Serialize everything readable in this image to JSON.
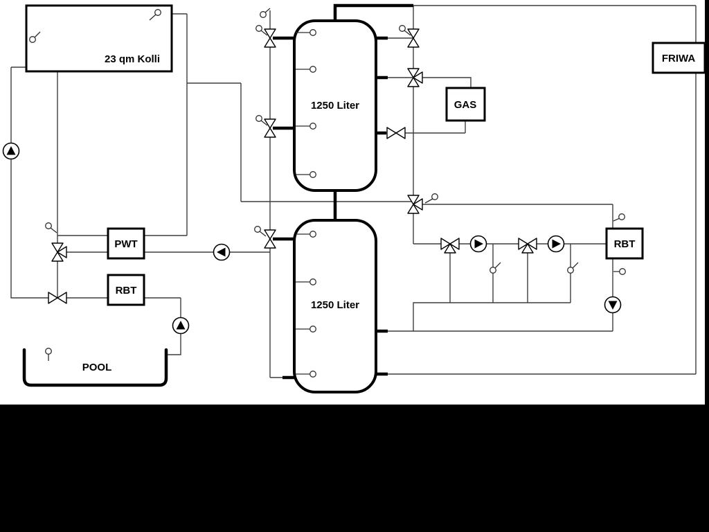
{
  "diagram": {
    "type": "hydraulic-heating-schematic",
    "labels": {
      "collector": "23 qm Kolli",
      "buffer_tank_top": "1250 Liter",
      "buffer_tank_bottom": "1250 Liter",
      "gas_boiler": "GAS",
      "friwa": "FRIWA",
      "pwt": "PWT",
      "rbt_left": "RBT",
      "rbt_right": "RBT",
      "pool": "POOL"
    },
    "symbols": {
      "pump_icon": "circle with solid triangle showing flow direction",
      "valve_icon": "bowtie (two hollow triangles)",
      "three_way_valve_icon": "bowtie with third triangle branch",
      "temp_sensor_icon": "small circle probe with lead line"
    },
    "colors": {
      "background": "#ffffff",
      "pipe_thin": "#3d3d3d",
      "pipe_thick": "#000000",
      "outline": "#000000",
      "band": "#000000",
      "label_text": "#000000"
    }
  }
}
